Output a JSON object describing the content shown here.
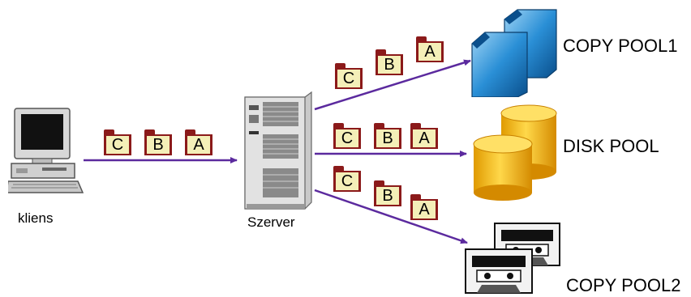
{
  "client": {
    "label": "kliens"
  },
  "server": {
    "label": "Szerver"
  },
  "pools": [
    {
      "id": "copy1",
      "label": "COPY POOL1",
      "icon": "copy-pool-icon"
    },
    {
      "id": "disk",
      "label": "DISK POOL",
      "icon": "disk-pool-icon"
    },
    {
      "id": "copy2",
      "label": "COPY POOL2",
      "icon": "tape-pool-icon"
    }
  ],
  "files": {
    "client_to_server": [
      "C",
      "B",
      "A"
    ],
    "to_copy_pool1": [
      "C",
      "B",
      "A"
    ],
    "to_disk_pool": [
      "C",
      "B",
      "A"
    ],
    "to_copy_pool2": [
      "C",
      "B",
      "A"
    ]
  },
  "colors": {
    "arrow": "#5b2a9e",
    "folder_frame": "#8b1a1a",
    "folder_face": "#f4efb8",
    "disk": "#f0b400",
    "copy_pool": "#1a7fc4"
  }
}
